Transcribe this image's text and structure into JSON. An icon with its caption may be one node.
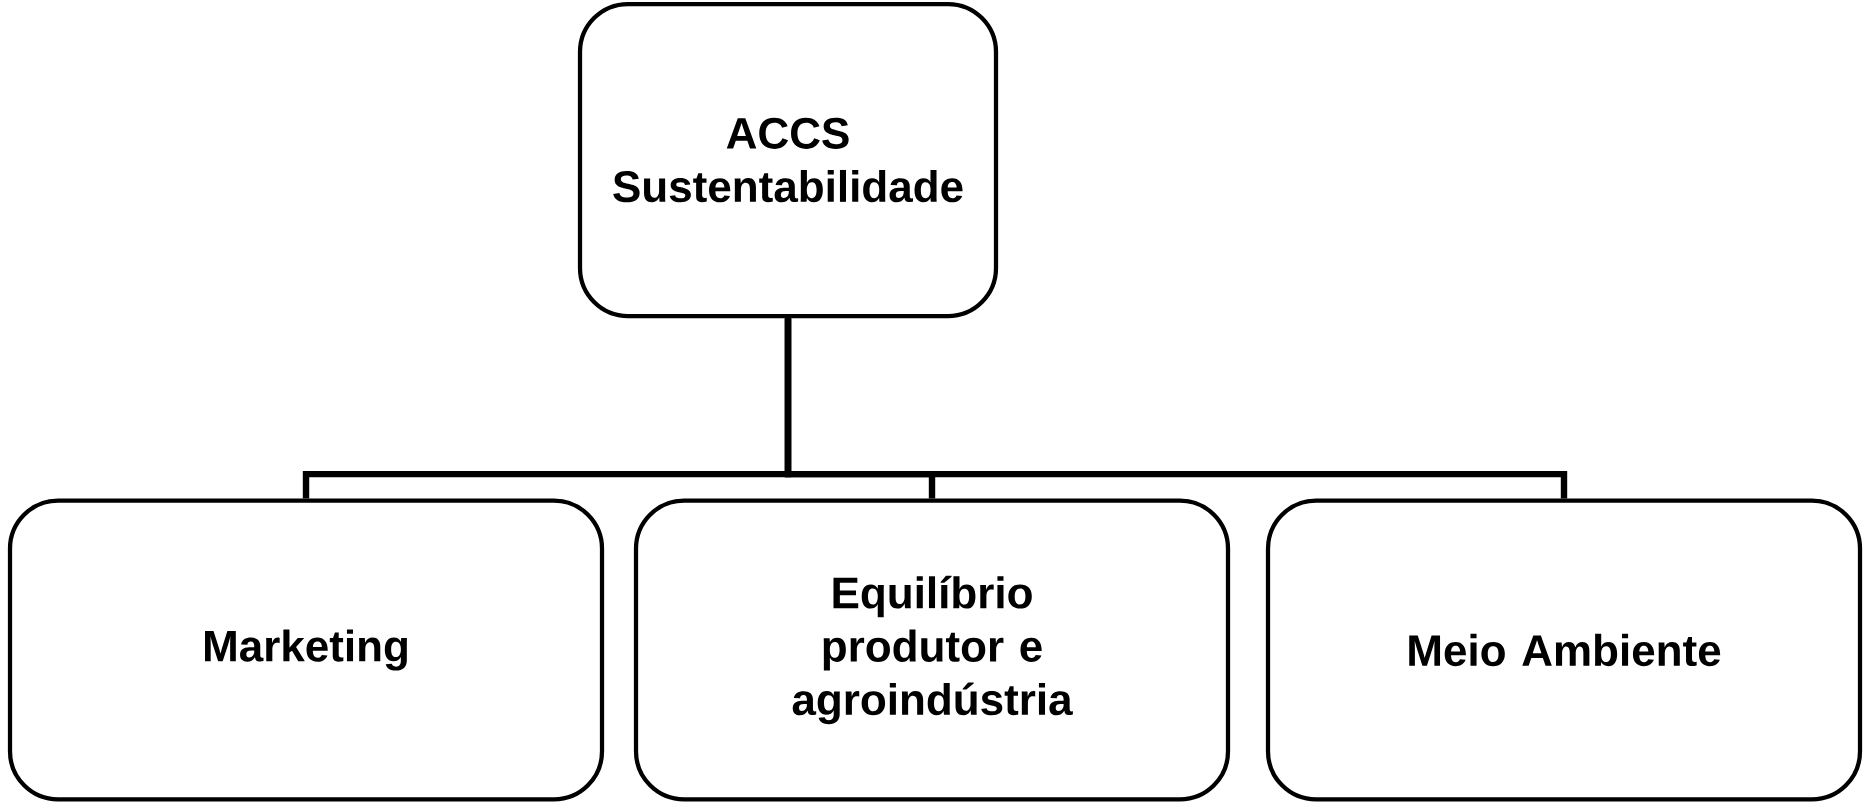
{
  "diagram": {
    "nodes": [
      {
        "text": [
          "ACCS Sustentabilidade"
        ]
      },
      {
        "text": [
          "Marketing"
        ]
      },
      {
        "text": [
          "Equilíbrio produtor e agroindústria"
        ]
      },
      {
        "text": [
          "Meio Ambiente"
        ]
      }
    ],
    "edges": [
      {
        "from": 0,
        "to": 1,
        "arrow": "none"
      },
      {
        "from": 0,
        "to": 2,
        "arrow": "none"
      },
      {
        "from": 0,
        "to": 3,
        "arrow": "none"
      }
    ]
  }
}
